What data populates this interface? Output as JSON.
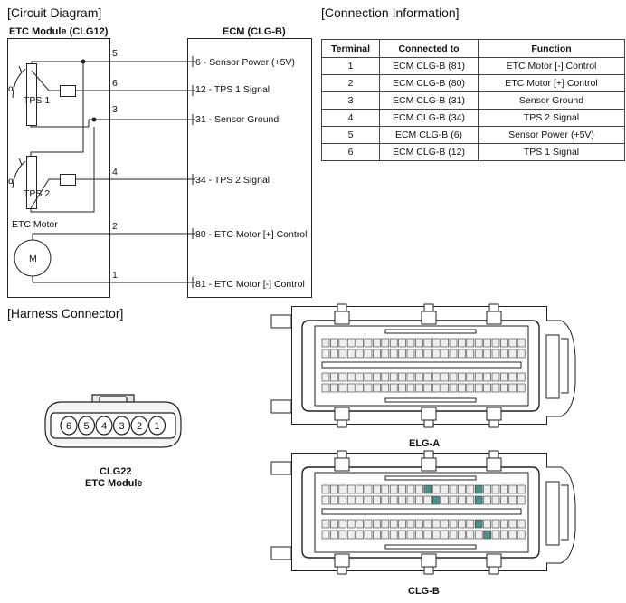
{
  "circuit": {
    "section_title": "[Circuit Diagram]",
    "module_title": "ETC Module (CLG12)",
    "ecm_title": "ECM (CLG-B)",
    "tps1_label": "TPS 1",
    "tps2_label": "TPS 2",
    "motor_label": "ETC Motor",
    "motor_symbol": "M",
    "alpha": "α",
    "pins": [
      "5",
      "6",
      "3",
      "4",
      "2",
      "1"
    ],
    "ecm_pins": [
      {
        "num": "6",
        "desc": " - Sensor Power (+5V)"
      },
      {
        "num": "12",
        "desc": " - TPS 1 Signal"
      },
      {
        "num": "31",
        "desc": " - Sensor Ground"
      },
      {
        "num": "34",
        "desc": " - TPS 2 Signal"
      },
      {
        "num": "80",
        "desc": " - ETC Motor [+] Control"
      },
      {
        "num": "81",
        "desc": " - ETC Motor [-] Control"
      }
    ]
  },
  "connection": {
    "section_title": "[Connection Information]",
    "headers": [
      "Terminal",
      "Connected to",
      "Function"
    ],
    "rows": [
      [
        "1",
        "ECM CLG-B (81)",
        "ETC Motor [-] Control"
      ],
      [
        "2",
        "ECM CLG-B (80)",
        "ETC Motor [+] Control"
      ],
      [
        "3",
        "ECM CLG-B (31)",
        "Sensor Ground"
      ],
      [
        "4",
        "ECM CLG-B (34)",
        "TPS 2 Signal"
      ],
      [
        "5",
        "ECM CLG-B (6)",
        "Sensor Power (+5V)"
      ],
      [
        "6",
        "ECM CLG-B (12)",
        "TPS 1 Signal"
      ]
    ]
  },
  "harness": {
    "section_title": "[Harness Connector]",
    "small_pins": [
      "6",
      "5",
      "4",
      "3",
      "2",
      "1"
    ],
    "small_caption_line1": "CLG22",
    "small_caption_line2": "ETC Module",
    "elg_a_caption": "ELG-A",
    "clg_b_caption": "CLG-B"
  },
  "colors": {
    "line": "#222222",
    "pin_fill": "#eeeeee",
    "highlight_pin": "#4d8f86"
  }
}
